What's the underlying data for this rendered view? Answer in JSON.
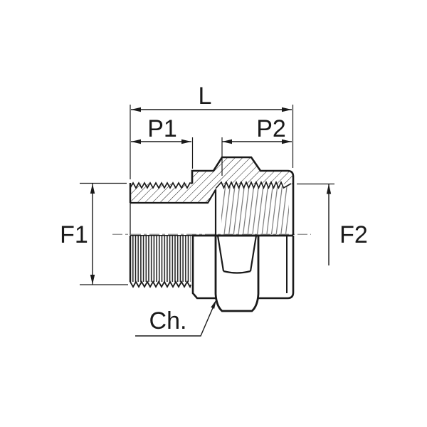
{
  "drawing": {
    "type": "technical-dimension-drawing",
    "labels": {
      "overall_length": "L",
      "left_port_length": "P1",
      "right_port_length": "P2",
      "left_diameter": "F1",
      "right_diameter": "F2",
      "chamfer": "Ch."
    },
    "colors": {
      "line": "#1a1a1a",
      "centerline": "#9a9a9a",
      "thread_detail": "#6b6b6b",
      "background": "#ffffff"
    }
  }
}
